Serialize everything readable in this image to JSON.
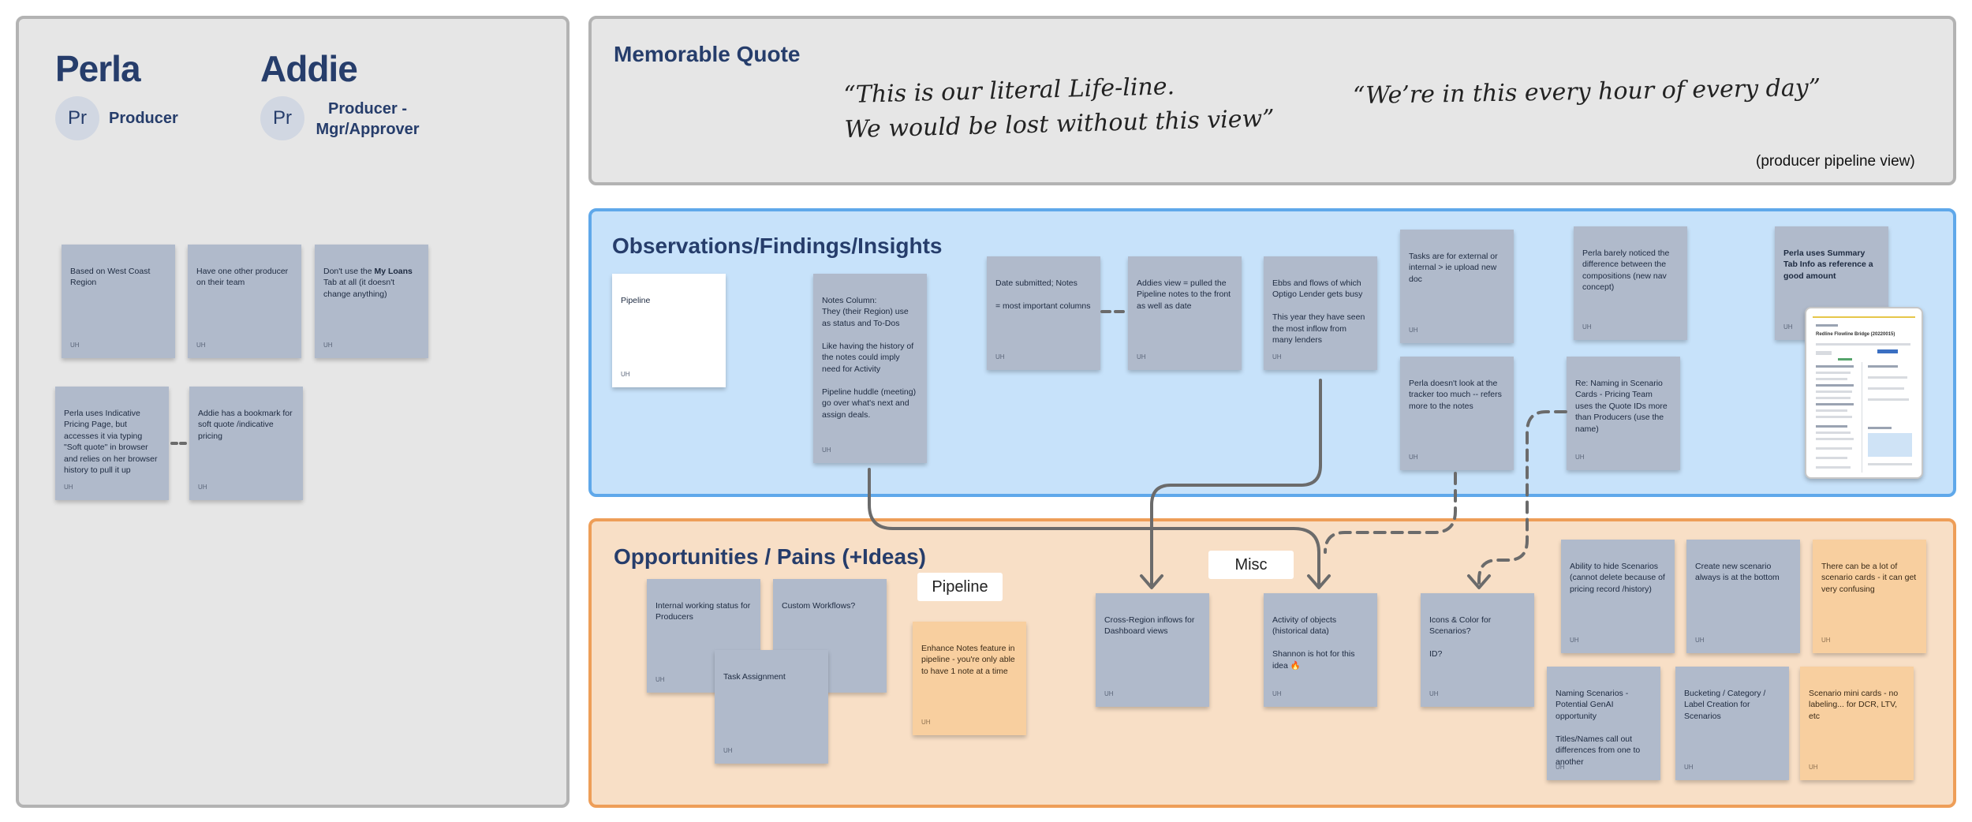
{
  "personas": [
    {
      "name": "Perla",
      "initials": "Pr",
      "role": "Producer"
    },
    {
      "name": "Addie",
      "initials": "Pr",
      "role": "Producer - Mgr/Approver"
    }
  ],
  "persona_notes": [
    {
      "text": "Based on West Coast Region",
      "author": "UH"
    },
    {
      "text": "Have one other producer on their team",
      "author": "UH"
    },
    {
      "text_before": "Don't use the ",
      "text_bold": "My Loans",
      "text_after": " Tab at all (it doesn't change anything)",
      "author": "UH"
    },
    {
      "text": "Perla uses Indicative Pricing Page, but accesses it via typing \"Soft quote\" in browser and relies on her browser history to pull it up",
      "author": "UH"
    },
    {
      "text": "Addie has a bookmark for soft quote /indicative pricing",
      "author": "UH"
    }
  ],
  "quote_panel": {
    "title": "Memorable Quote",
    "quote_1_line_1": "“This is our literal Life-line.",
    "quote_1_line_2": "We would be lost without this view”",
    "quote_2": "“We’re in this every hour of every day”",
    "caption": "(producer pipeline view)"
  },
  "observations": {
    "title": "Observations/Findings/Insights",
    "notes": [
      {
        "text": "Pipeline",
        "author": "UH"
      },
      {
        "text": "Notes Column:\nThey (their Region) use as status and To-Dos\n\nLike having the history of the notes could imply need for Activity\n\nPipeline huddle (meeting) go over what's next and assign deals.",
        "author": "UH"
      },
      {
        "text": "Date submitted; Notes\n\n= most important columns",
        "author": "UH"
      },
      {
        "text": "Addies view  = pulled the Pipeline notes to the front as well as date",
        "author": "UH"
      },
      {
        "text": "Ebbs and flows of which Optigo Lender gets busy\n\nThis year they have seen the most inflow from many lenders",
        "author": "UH"
      },
      {
        "text": "Tasks are for external or internal > ie upload new doc",
        "author": "UH"
      },
      {
        "text": "Perla doesn't look at the tracker too much -- refers more to the notes",
        "author": "UH"
      },
      {
        "text": "Perla barely noticed the difference between the compositions (new nav concept)",
        "author": "UH"
      },
      {
        "text": "Re: Naming in Scenario Cards - Pricing Team uses the Quote IDs more than Producers (use the name)",
        "author": "UH"
      },
      {
        "text": "Perla uses Summary Tab Info as reference a good amount",
        "author": "UH"
      }
    ],
    "mock_screen_title": "Redline Flowline Bridge (20220015)"
  },
  "opportunities": {
    "title": "Opportunities / Pains (+Ideas)",
    "label_pipeline": "Pipeline",
    "label_misc": "Misc",
    "notes": [
      {
        "text": "Internal working status for Producers",
        "author": "UH"
      },
      {
        "text": "Custom Workflows?",
        "author": ""
      },
      {
        "text": "Task Assignment",
        "author": "UH"
      },
      {
        "text": "Enhance Notes feature in pipeline - you're only able to have 1 note at a time",
        "author": "UH"
      },
      {
        "text": "Cross-Region inflows for Dashboard views",
        "author": "UH"
      },
      {
        "text": "Activity of objects (historical data)\n\nShannon is hot for this idea 🔥",
        "author": "UH"
      },
      {
        "text": "Icons & Color for Scenarios?\n\nID?",
        "author": "UH"
      },
      {
        "text": "Ability to hide Scenarios (cannot delete because of pricing record /history)",
        "author": "UH"
      },
      {
        "text": "Create new scenario always is at the bottom",
        "author": "UH"
      },
      {
        "text": "There can be a lot of scenario cards - it can get very confusing",
        "author": "UH"
      },
      {
        "text": "Naming Scenarios - Potential GenAI opportunity\n\nTitles/Names call out differences from one to another",
        "author": "UH"
      },
      {
        "text": "Bucketing / Category / Label Creation for Scenarios",
        "author": "UH"
      },
      {
        "text": "Scenario mini cards - no labeling... for DCR, LTV, etc",
        "author": "UH"
      }
    ]
  },
  "colors": {
    "persona_panel": "#e6e6e6",
    "observations_panel": "#c7e2fa",
    "observations_border": "#5fa8ea",
    "opportunities_panel": "#f8dfc6",
    "opportunities_border": "#ee9e58",
    "sticky_blue": "#b0bacb",
    "sticky_orange": "#f8cf9f",
    "title_navy": "#263d6b",
    "connector": "#6b6b6b"
  }
}
